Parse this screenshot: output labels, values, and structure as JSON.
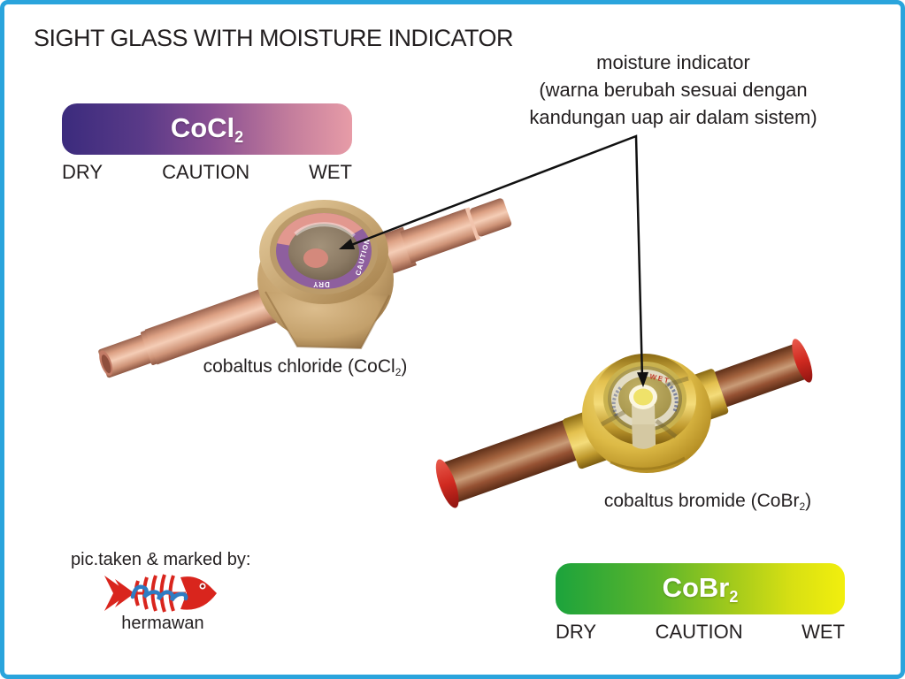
{
  "frame": {
    "border_color": "#2aa4dc",
    "background": "#ffffff"
  },
  "title": "SIGHT GLASS WITH MOISTURE INDICATOR",
  "annotation": {
    "line1": "moisture indicator",
    "line2": "(warna berubah sesuai dengan",
    "line3": "kandungan uap air dalam sistem)"
  },
  "cocl2_scale": {
    "formula": "CoCl",
    "formula_sub": "2",
    "dry": "DRY",
    "caution": "CAUTION",
    "wet": "WET",
    "gradient": [
      "#3b2b7d",
      "#8a4f92",
      "#e79ca7"
    ]
  },
  "cobr2_scale": {
    "formula": "CoBr",
    "formula_sub": "2",
    "dry": "DRY",
    "caution": "CAUTION",
    "wet": "WET",
    "gradient": [
      "#1ca33c",
      "#a5cb1b",
      "#f2ef0d"
    ]
  },
  "devices": {
    "chloride": {
      "caption_prefix": "cobaltus chloride (CoCl",
      "caption_sub": "2",
      "caption_suffix": ")",
      "ring_label_dry": "DRY",
      "ring_label_caution": "CAUTION"
    },
    "bromide": {
      "caption_prefix": "cobaltus bromide (CoBr",
      "caption_sub": "2",
      "caption_suffix": ")",
      "ring_label_wet": "WET"
    }
  },
  "attribution": {
    "line1": "pic.taken & marked by:",
    "name": "hermawan"
  }
}
